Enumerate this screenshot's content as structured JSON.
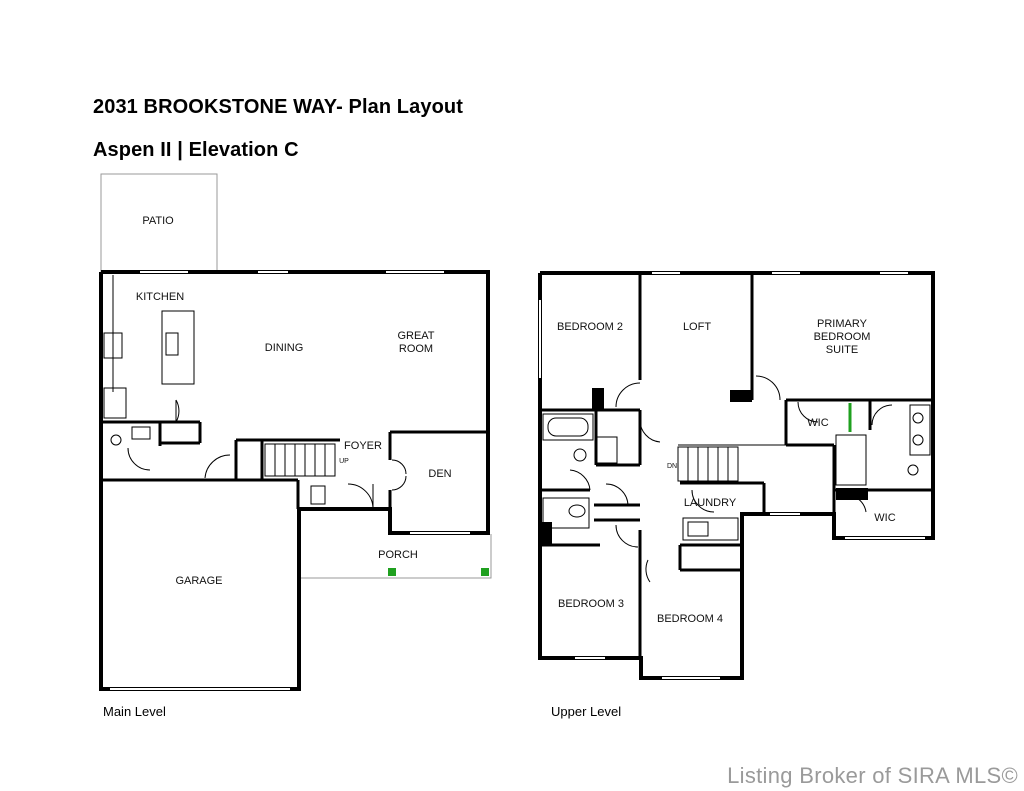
{
  "header": {
    "title": "2031 BROOKSTONE WAY- Plan Layout",
    "subtitle": "Aspen II | Elevation C"
  },
  "main_level": {
    "caption": "Main Level",
    "rooms": {
      "patio": "PATIO",
      "kitchen": "KITCHEN",
      "dining": "DINING",
      "great_room_1": "GREAT",
      "great_room_2": "ROOM",
      "foyer": "FOYER",
      "up": "UP",
      "den": "DEN",
      "porch": "PORCH",
      "garage": "GARAGE"
    }
  },
  "upper_level": {
    "caption": "Upper Level",
    "rooms": {
      "bedroom2": "BEDROOM 2",
      "loft": "LOFT",
      "primary_1": "PRIMARY",
      "primary_2": "BEDROOM",
      "primary_3": "SUITE",
      "wic_1": "WIC",
      "wic_2": "WIC",
      "dn": "DN",
      "laundry": "LAUNDRY",
      "bedroom3": "BEDROOM 3",
      "bedroom4": "BEDROOM 4"
    }
  },
  "watermark": "Listing Broker of SIRA MLS©",
  "colors": {
    "walls": "#000000",
    "accent_green": "#1fa01f",
    "watermark": "#9a9a9a"
  }
}
